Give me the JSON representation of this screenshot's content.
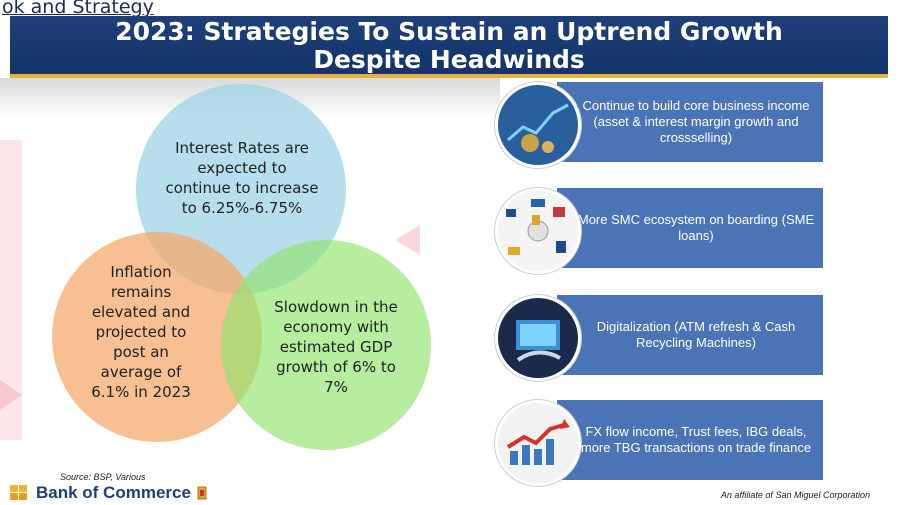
{
  "top_strip_text": "ok and Strategy",
  "header": {
    "line1": "2023: Strategies To Sustain an Uptrend Growth",
    "line2": "Despite Headwinds"
  },
  "venn": {
    "top": "Interest Rates are expected to continue to increase to 6.25%-6.75%",
    "left": "Inflation remains elevated and projected to post an average of 6.1% in 2023",
    "right": "Slowdown in the economy with estimated GDP growth of 6% to 7%"
  },
  "strategies": [
    "Continue to build core business income (asset & interest margin growth and crossselling)",
    "More SMC ecosystem on boarding (SME loans)",
    "Digitalization (ATM refresh & Cash Recycling Machines)",
    "FX flow income, Trust fees, IBG deals, more TBG transactions on trade finance"
  ],
  "footer": {
    "source": "Source: BSP, Various",
    "logo_text": "Bank of Commerce",
    "affiliate": "An affiliate of San Miguel Corporation"
  },
  "colors": {
    "header_bg": "#1f3f7a",
    "accent": "#e8b23a",
    "circle_top": "#9fd3e6",
    "circle_left": "#f6b98a",
    "circle_right": "#a6ec8e",
    "box": "#4a74b6"
  }
}
